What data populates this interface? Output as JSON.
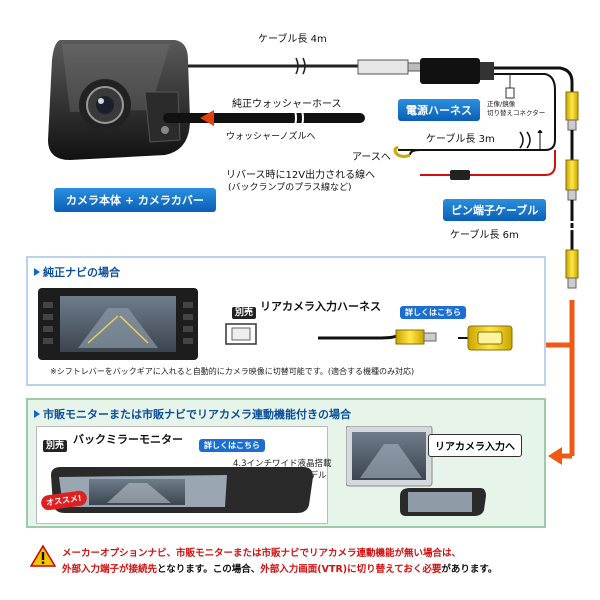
{
  "labels": {
    "cable_length_4m": "ケーブル長 4m",
    "washer_hose": "純正ウォッシャーホース",
    "washer_nozzle": "ウォッシャーノズルへ",
    "power_harness": "電源ハーネス",
    "switch_connector_1": "正像/鏡像",
    "switch_connector_2": "切り替えコネクター",
    "cable_length_3m": "ケーブル長 3m",
    "ground": "アースへ",
    "reverse_12v": "リバース時に12V出力される線へ",
    "reverse_12v_note": "(バックランプのプラス線など)",
    "camera_body": "カメラ本体 + カメラカバー",
    "pin_cable": "ピン端子ケーブル",
    "cable_length_6m": "ケーブル長 6m"
  },
  "panel_oem": {
    "title": "純正ナビの場合",
    "sold_badge": "別売",
    "harness_name": "リアカメラ入力ハーネス",
    "detail_button": "詳しくはこちら",
    "note": "※シフトレバーをバックギアに入れると自動的にカメラ映像に切替可能です。(適合する機種のみ対応)"
  },
  "panel_aftermarket": {
    "title": "市販モニターまたは市販ナビでリアカメラ連動機能付きの場合",
    "sold_badge": "別売",
    "mirror_name": "バックミラーモニター",
    "detail_button": "詳しくはこちら",
    "spec_line1": "4.3インチワイド液晶搭載",
    "spec_line2": "ミラー独立・軽量モデル",
    "recommend_badge": "オススメ!",
    "rear_input": "リアカメラ入力へ"
  },
  "warning": {
    "line1": "メーカーオプションナビ、市販モニターまたは市販ナビでリアカメラ連動機能が無い場合は、",
    "line2_a": "外部入力端子が接続先",
    "line2_b": "となります。この場合、",
    "line2_c": "外部入力画面(VTR)に切り替えておく必要",
    "line2_d": "があります。"
  },
  "colors": {
    "accent_blue": "#0b6ac8",
    "arrow_orange": "#f05a14",
    "warning_red": "#d21010",
    "panel_green": "#e6f4ea",
    "cable_yellow": "#e8c820"
  }
}
